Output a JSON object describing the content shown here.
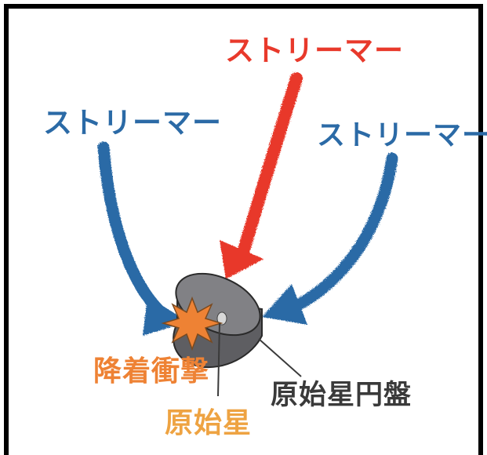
{
  "labels": {
    "streamer_top": "ストリーマー",
    "streamer_left": "ストリーマー",
    "streamer_right": "ストリーマー",
    "accretion_shock": "降着衝撃",
    "protostar": "原始星",
    "protostellar_disk": "原始星円盤"
  },
  "colors": {
    "red_streamer": "#e8392b",
    "blue_streamer": "#2b6aa6",
    "orange": "#ee8234",
    "dark_label": "#3a3a3a",
    "disk": "#7d7d80"
  },
  "icons": {
    "accretion_shock": "starburst-icon",
    "protostar": "protostar-dot-icon"
  }
}
